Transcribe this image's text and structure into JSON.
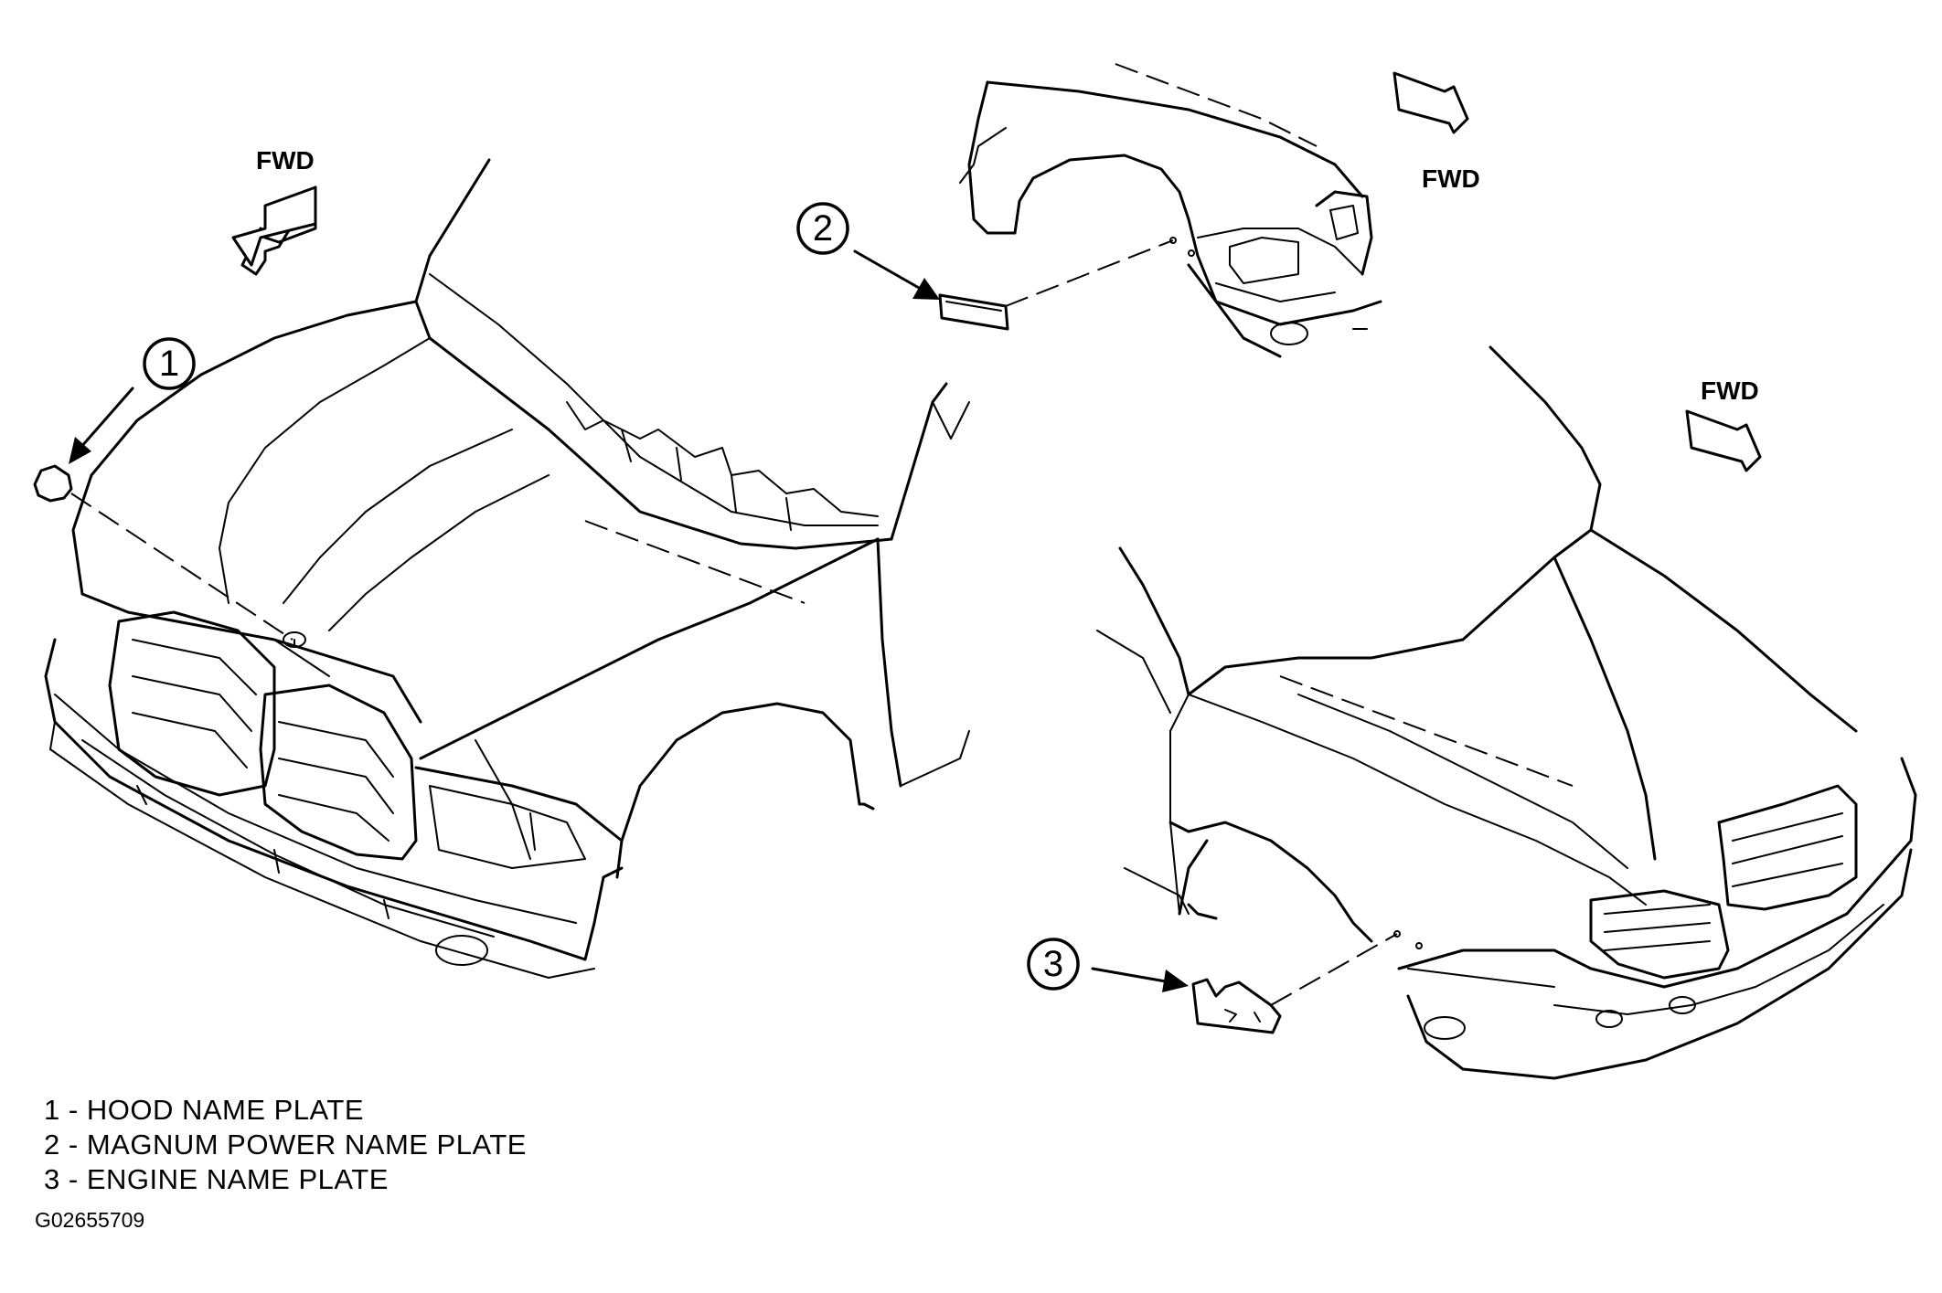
{
  "direction_label": "FWD",
  "callouts": [
    {
      "number": "1",
      "label": "HOOD NAME PLATE"
    },
    {
      "number": "2",
      "label": "MAGNUM POWER NAME PLATE"
    },
    {
      "number": "3",
      "label": "ENGINE NAME PLATE"
    }
  ],
  "legend": [
    {
      "number": "1",
      "separator": "-",
      "label": "HOOD NAME PLATE"
    },
    {
      "number": "2",
      "separator": "-",
      "label": "MAGNUM POWER NAME PLATE"
    },
    {
      "number": "3",
      "separator": "-",
      "label": "ENGINE NAME PLATE"
    }
  ],
  "figure_id": "G02655709",
  "colors": {
    "line": "#000000",
    "background": "#ffffff"
  }
}
